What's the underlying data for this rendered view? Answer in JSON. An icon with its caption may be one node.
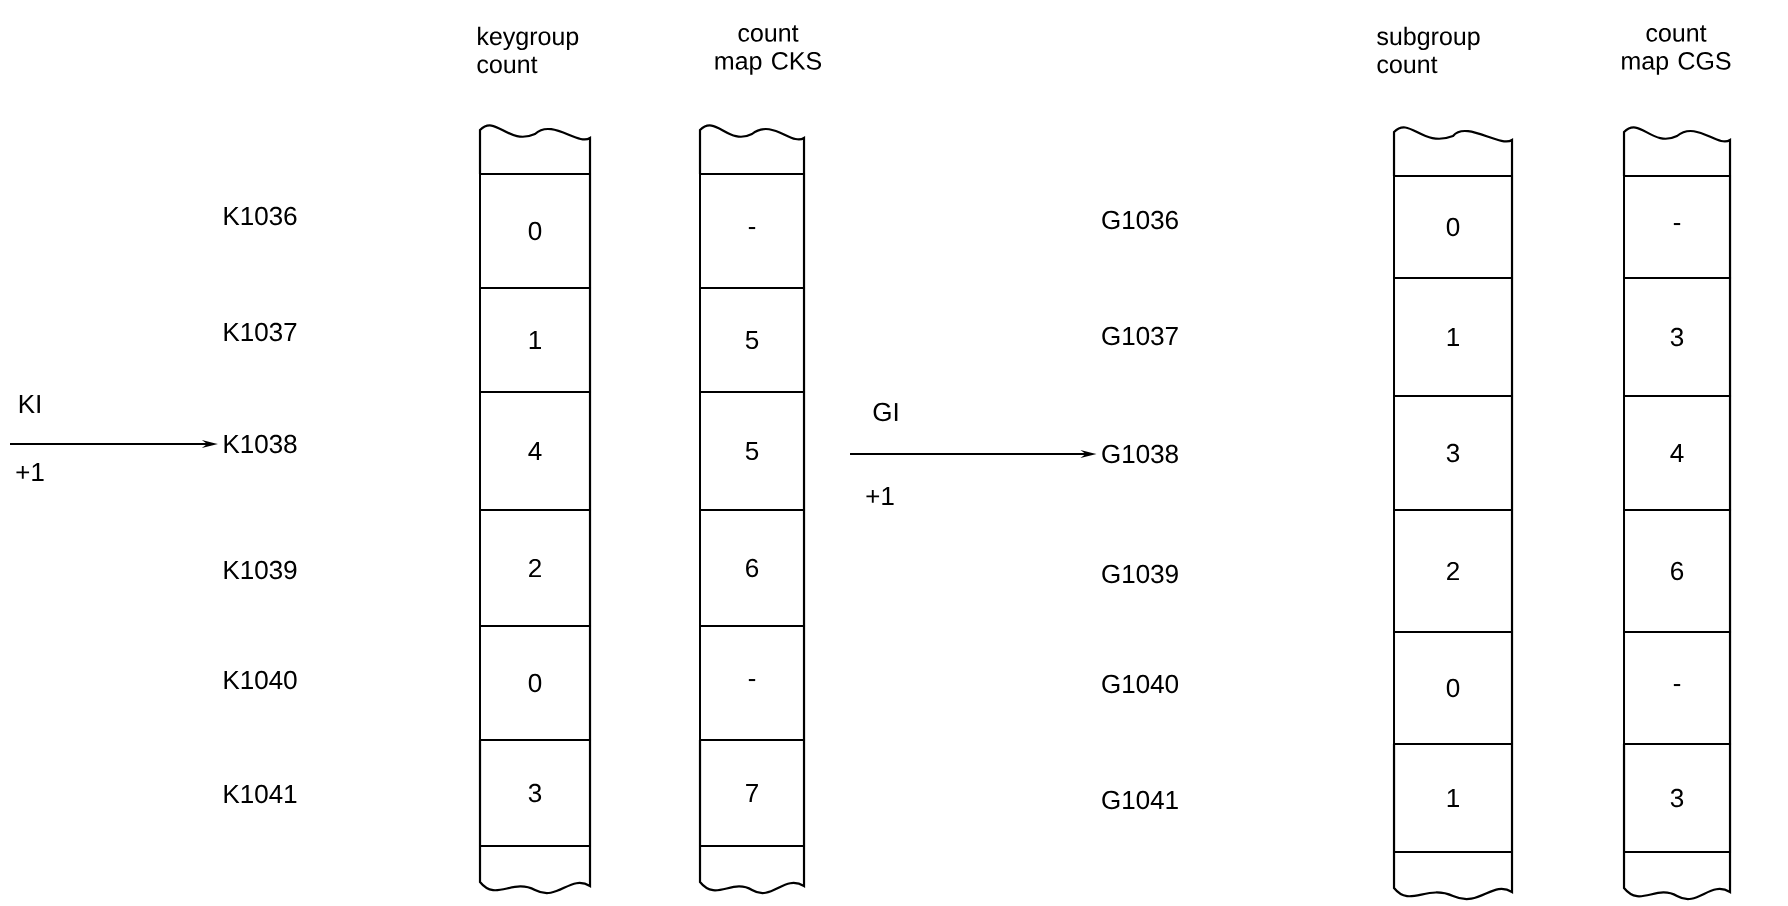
{
  "diagram": {
    "nodes": [
      {
        "text": [
          "K1038"
        ]
      },
      {
        "text": [
          "G1038"
        ]
      },
      {
        "text": [
          "0"
        ]
      },
      {
        "text": [
          "1"
        ]
      },
      {
        "text": [
          "4"
        ]
      },
      {
        "text": [
          "2"
        ]
      },
      {
        "text": [
          "0"
        ]
      },
      {
        "text": [
          "3"
        ]
      },
      {
        "text": [
          "-"
        ]
      },
      {
        "text": [
          "5"
        ]
      },
      {
        "text": [
          "5"
        ]
      },
      {
        "text": [
          "6"
        ]
      },
      {
        "text": [
          "-"
        ]
      },
      {
        "text": [
          "7"
        ]
      },
      {
        "text": [
          "0"
        ]
      },
      {
        "text": [
          "1"
        ]
      },
      {
        "text": [
          "3"
        ]
      },
      {
        "text": [
          "2"
        ]
      },
      {
        "text": [
          "0"
        ]
      },
      {
        "text": [
          "1"
        ]
      },
      {
        "text": [
          "-"
        ]
      },
      {
        "text": [
          "3"
        ]
      },
      {
        "text": [
          "4"
        ]
      },
      {
        "text": [
          "6"
        ]
      },
      {
        "text": [
          "-"
        ]
      },
      {
        "text": [
          "3"
        ]
      }
    ],
    "edges": [
      {
        "from": null,
        "to": 0,
        "arrow": "to",
        "label": "KI"
      },
      {
        "from": null,
        "to": 1,
        "arrow": "to",
        "label": "GI"
      }
    ],
    "labels": [
      "keygroup count",
      "count map CKS",
      "subgroup count",
      "count map CGS",
      "K1036",
      "K1037",
      "+1",
      "K1039",
      "K1040",
      "K1041",
      "G1036",
      "G1037",
      "+1",
      "G1039",
      "G1040",
      "G1041"
    ]
  }
}
